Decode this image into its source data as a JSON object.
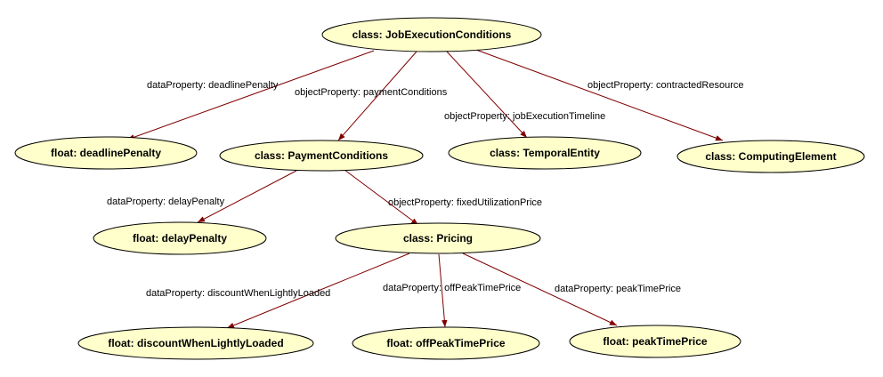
{
  "colors": {
    "node_fill": "#ffffcc",
    "node_stroke": "#000000",
    "edge": "#800000",
    "background": "#ffffff"
  },
  "nodes": {
    "job": "class: JobExecutionConditions",
    "deadline": "float: deadlinePenalty",
    "payment": "class: PaymentConditions",
    "temporal": "class: TemporalEntity",
    "computing": "class: ComputingElement",
    "delay": "float: delayPenalty",
    "pricing": "class: Pricing",
    "discount": "float: discountWhenLightlyLoaded",
    "offpeak": "float: offPeakTimePrice",
    "peak": "float: peakTimePrice"
  },
  "edges": {
    "job_deadline": "dataProperty: deadlinePenalty",
    "job_payment": "objectProperty: paymentConditions",
    "job_temporal": "objectProperty: jobExecutionTimeline",
    "job_computing": "objectProperty: contractedResource",
    "payment_delay": "dataProperty: delayPenalty",
    "payment_pricing": "objectProperty: fixedUtilizationPrice",
    "pricing_discount": "dataProperty: discountWhenLightlyLoaded",
    "pricing_offpeak": "dataProperty: offPeakTimePrice",
    "pricing_peak": "dataProperty: peakTimePrice"
  }
}
